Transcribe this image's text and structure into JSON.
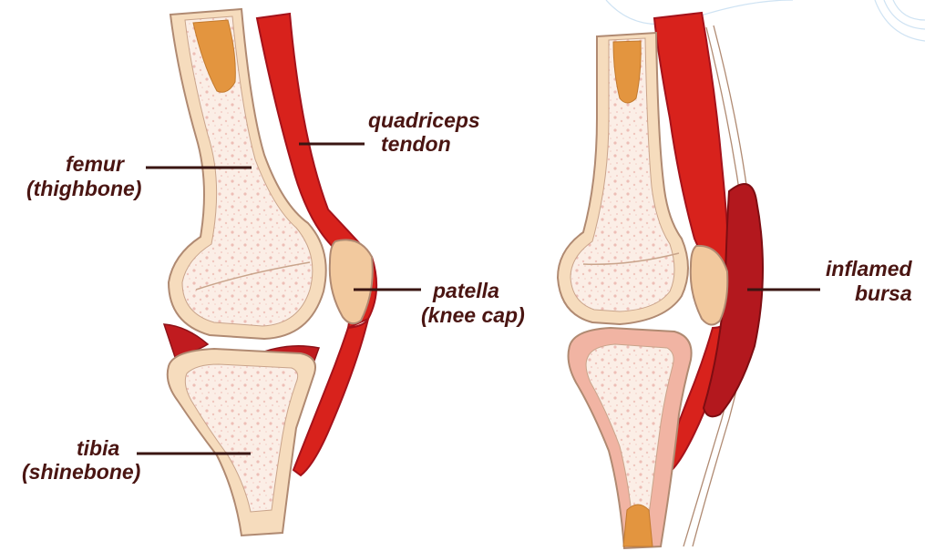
{
  "colors": {
    "label_text": "#4a1512",
    "leader_line": "#3a1512",
    "bone_fill": "#f6dcbd",
    "bone_outline": "#b08a72",
    "marrow": "#fbeee6",
    "marrow_dots": "#e7aaa2",
    "yellow_marrow": "#e3953f",
    "muscle_red": "#d8221c",
    "muscle_dark": "#a5121a",
    "bursa_dark": "#b3181e",
    "cartilage_pink": "#f1b4a3"
  },
  "labels": {
    "quadriceps_line1": "quadriceps",
    "quadriceps_line2": "tendon",
    "femur_line1": "femur",
    "femur_line2": "(thighbone)",
    "patella_line1": "patella",
    "patella_line2": "(knee cap)",
    "tibia_line1": "tibia",
    "tibia_line2": "(shinebone)",
    "bursa_line1": "inflamed",
    "bursa_line2": "bursa"
  }
}
